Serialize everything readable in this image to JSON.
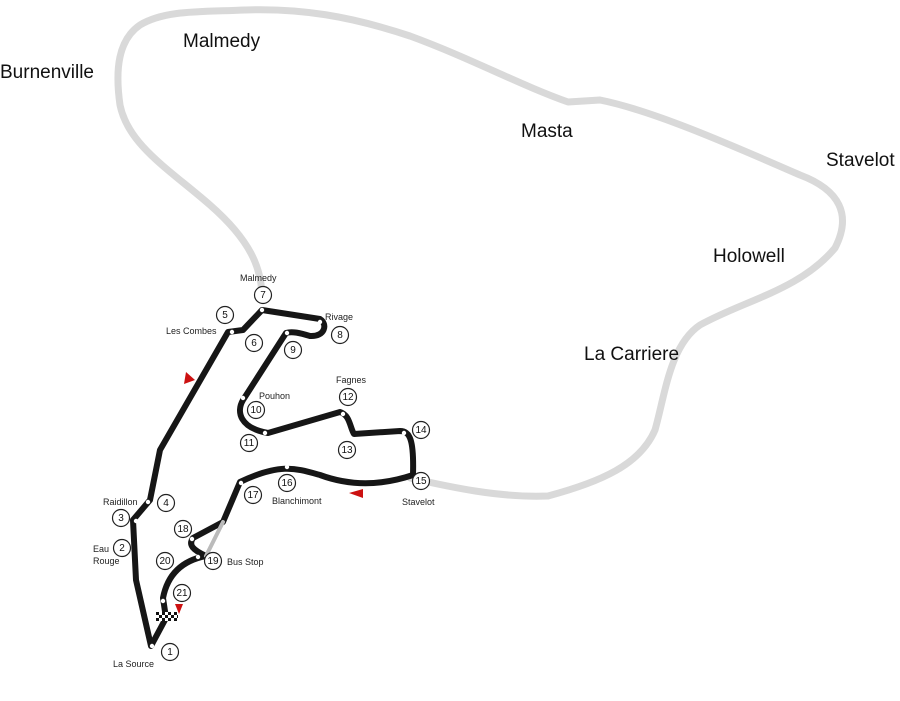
{
  "colors": {
    "old_circuit": "#d9d9d9",
    "modern_circuit": "#161616",
    "direction_arrow": "#cc1111",
    "background": "#ffffff"
  },
  "old_circuit_labels": {
    "burnenville": "Burnenville",
    "malmedy": "Malmedy",
    "masta": "Masta",
    "stavelot": "Stavelot",
    "holowell": "Holowell",
    "la_carriere": "La Carriere"
  },
  "corner_names": {
    "malmedy": "Malmedy",
    "rivage": "Rivage",
    "les_combes": "Les Combes",
    "pouhon": "Pouhon",
    "fagnes": "Fagnes",
    "raidillon": "Raidillon",
    "eau": "Eau",
    "rouge": "Rouge",
    "bus_stop": "Bus Stop",
    "blanchimont": "Blanchimont",
    "stavelot": "Stavelot",
    "la_source": "La Source"
  },
  "corners": [
    {
      "id": "c1",
      "number": "1"
    },
    {
      "id": "c2",
      "number": "2"
    },
    {
      "id": "c3",
      "number": "3"
    },
    {
      "id": "c4",
      "number": "4"
    },
    {
      "id": "c5",
      "number": "5"
    },
    {
      "id": "c6",
      "number": "6"
    },
    {
      "id": "c7",
      "number": "7"
    },
    {
      "id": "c8",
      "number": "8"
    },
    {
      "id": "c9",
      "number": "9"
    },
    {
      "id": "c10",
      "number": "10"
    },
    {
      "id": "c11",
      "number": "11"
    },
    {
      "id": "c12",
      "number": "12"
    },
    {
      "id": "c13",
      "number": "13"
    },
    {
      "id": "c14",
      "number": "14"
    },
    {
      "id": "c15",
      "number": "15"
    },
    {
      "id": "c16",
      "number": "16"
    },
    {
      "id": "c17",
      "number": "17"
    },
    {
      "id": "c18",
      "number": "18"
    },
    {
      "id": "c19",
      "number": "19"
    },
    {
      "id": "c20",
      "number": "20"
    },
    {
      "id": "c21",
      "number": "21"
    }
  ]
}
